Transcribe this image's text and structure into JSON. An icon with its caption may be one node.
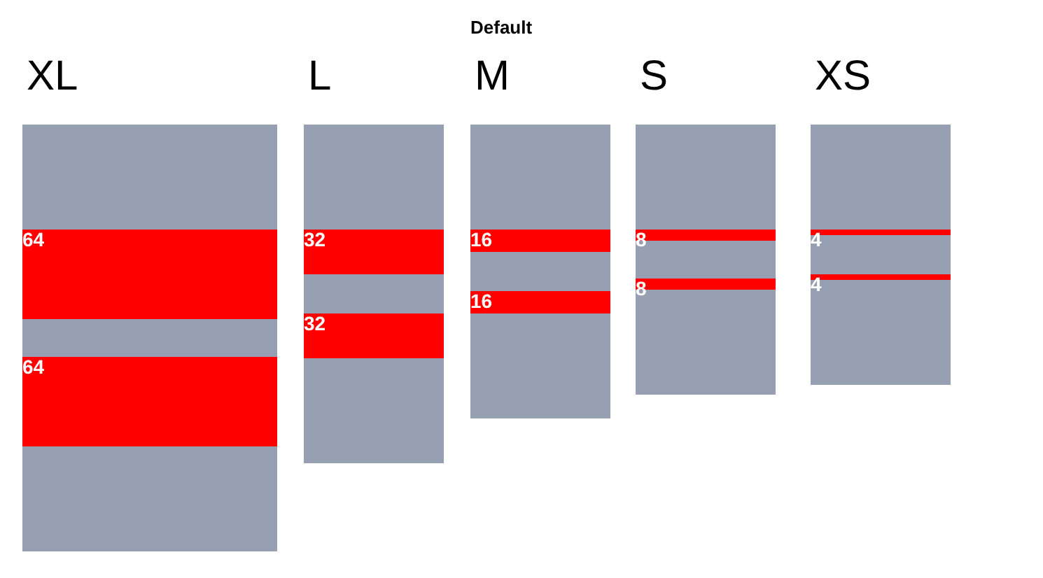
{
  "diagram": {
    "nodes": [
      {
        "text": [
          "XL"
        ]
      },
      {
        "text": [
          "64"
        ],
        "in": 0
      },
      {
        "text": [
          "64"
        ],
        "in": 0
      },
      {
        "text": [
          "L"
        ]
      },
      {
        "text": [
          "32"
        ],
        "in": 3
      },
      {
        "text": [
          "32"
        ],
        "in": 3
      },
      {
        "text": [
          "M"
        ]
      },
      {
        "text": [
          "16"
        ],
        "in": 6
      },
      {
        "text": [
          "16"
        ],
        "in": 6
      },
      {
        "text": [
          "S"
        ]
      },
      {
        "text": [
          "8"
        ],
        "in": 9
      },
      {
        "text": [
          "8"
        ],
        "in": 9
      },
      {
        "text": [
          "XS"
        ]
      },
      {
        "text": [
          "4"
        ],
        "in": 12
      },
      {
        "text": [
          "4"
        ],
        "in": 12
      }
    ],
    "labels": [
      "Default"
    ]
  }
}
